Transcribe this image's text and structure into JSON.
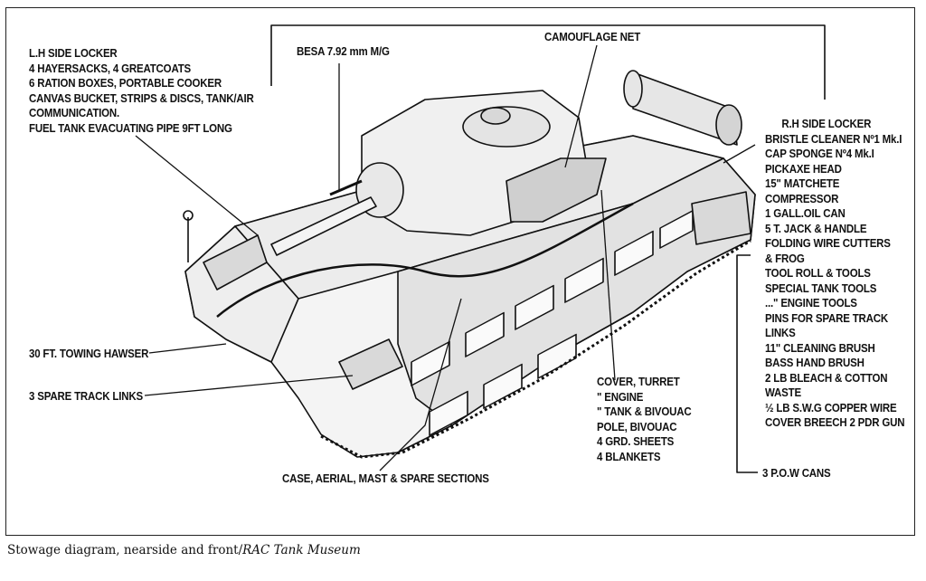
{
  "labels": {
    "lh_locker": {
      "title": "L.H SIDE LOCKER",
      "items": [
        "4 HAYERSACKS, 4 GREATCOATS",
        "6 RATION BOXES, PORTABLE COOKER",
        "CANVAS BUCKET, STRIPS & DISCS, TANK/AIR",
        "COMMUNICATION.",
        "FUEL TANK EVACUATING PIPE 9FT LONG"
      ]
    },
    "besa": "BESA 7.92 mm M/G",
    "camouflage": "CAMOUFLAGE NET",
    "rh_locker": {
      "title": "R.H SIDE LOCKER",
      "items": [
        "BRISTLE CLEANER Nº1 Mk.I",
        "CAP SPONGE Nº4 Mk.I",
        "PICKAXE HEAD",
        "15\" MATCHETE",
        "COMPRESSOR",
        "1 GALL.OIL CAN",
        "5 T. JACK & HANDLE",
        "FOLDING WIRE CUTTERS",
        "& FROG",
        "TOOL ROLL & TOOLS",
        "SPECIAL TANK TOOLS",
        "...\"      ENGINE TOOLS",
        "PINS FOR SPARE TRACK",
        "LINKS",
        "11\" CLEANING BRUSH",
        "BASS HAND BRUSH",
        "2 LB BLEACH & COTTON",
        "WASTE",
        "½ LB S.W.G COPPER WIRE",
        "COVER BREECH 2 PDR GUN"
      ]
    },
    "pow_cans": "3 P.O.W CANS",
    "towing": "30 FT. TOWING HAWSER",
    "track_links": "3 SPARE TRACK LINKS",
    "cover": {
      "items": [
        "COVER, TURRET",
        "\"          ENGINE",
        "\"          TANK & BIVOUAC",
        "POLE, BIVOUAC",
        "4 GRD. SHEETS",
        "4 BLANKETS"
      ]
    },
    "case": "CASE, AERIAL, MAST & SPARE SECTIONS"
  },
  "caption": {
    "text": "Stowage diagram, nearside and front/",
    "source": "RAC Tank Museum"
  }
}
